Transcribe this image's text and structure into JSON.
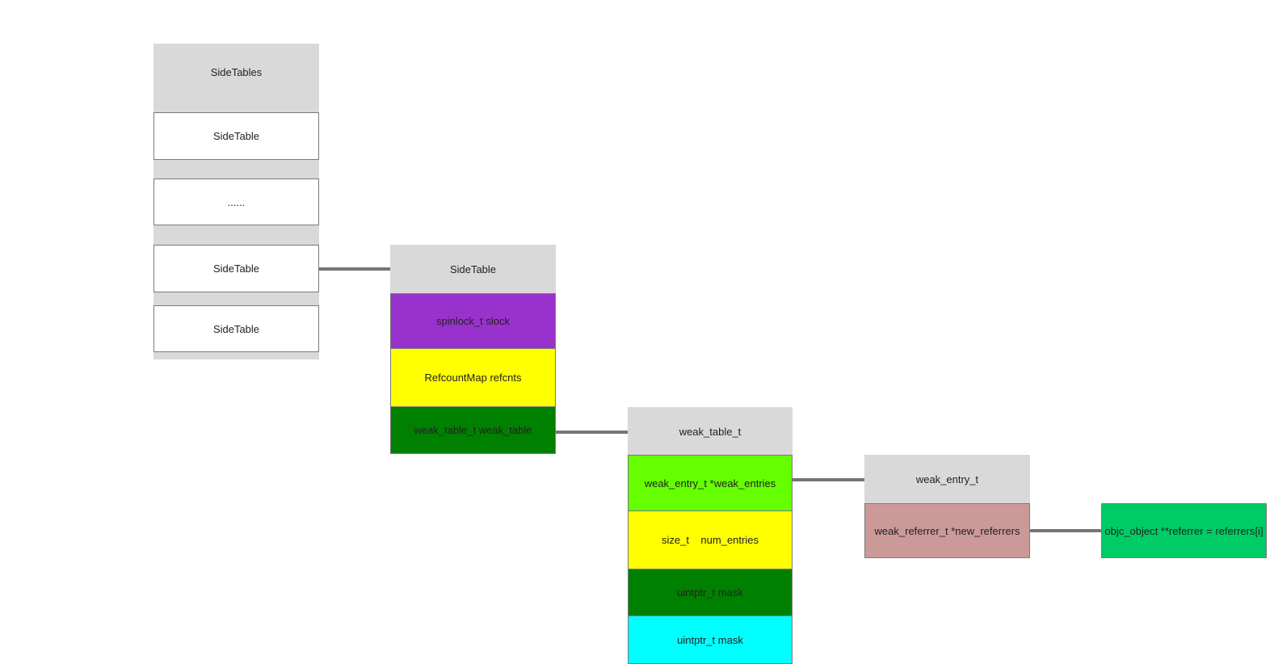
{
  "sidetables": {
    "title": "SideTables",
    "items": [
      "SideTable",
      "......",
      "SideTable",
      "SideTable"
    ]
  },
  "sidetable": {
    "title": "SideTable",
    "fields": [
      "spinlock_t slock",
      "RefcountMap refcnts",
      "weak_table_t weak_table"
    ]
  },
  "weak_table_t": {
    "title": "weak_table_t",
    "fields": [
      "weak_entry_t *weak_entries",
      "size_t    num_entries",
      "uintptr_t mask",
      "uintptr_t mask"
    ]
  },
  "weak_entry_t": {
    "title": "weak_entry_t",
    "fields": [
      "weak_referrer_t *new_referrers"
    ]
  },
  "referrer": {
    "label": "objc_object **referrer = referrers[i]"
  },
  "colors": {
    "header_gray": "#d9d9d9",
    "purple": "#9932cc",
    "yellow": "#ffff00",
    "dark_green": "#008000",
    "lime": "#66ff00",
    "cyan": "#00ffff",
    "rose": "#cc9999",
    "emerald": "#00cc66",
    "connector": "#757575"
  }
}
